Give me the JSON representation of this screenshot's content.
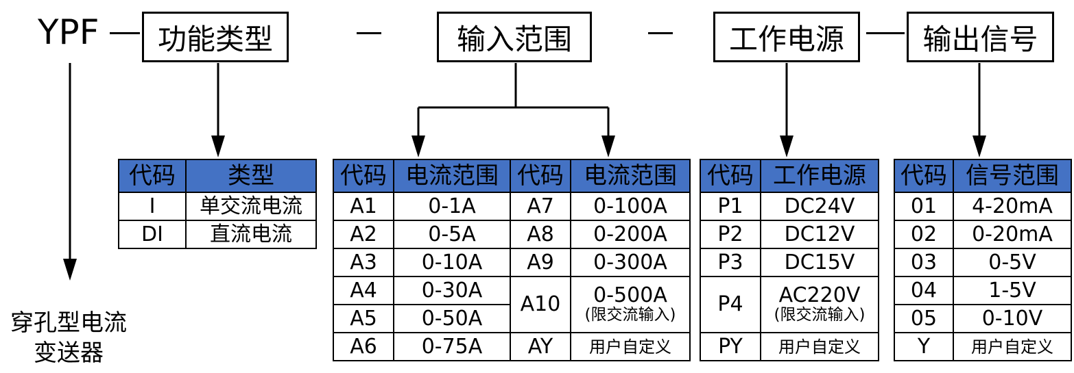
{
  "model": {
    "prefix": "YPF",
    "dash": "—",
    "segments": [
      "功能类型",
      "输入范围",
      "工作电源",
      "输出信号"
    ]
  },
  "caption": {
    "line1": "穿孔型电流",
    "line2": "变送器"
  },
  "function_table": {
    "headers": [
      "代码",
      "类型"
    ],
    "rows": [
      [
        "I",
        "单交流电流"
      ],
      [
        "DI",
        "直流电流"
      ]
    ]
  },
  "input_table": {
    "headers": [
      "代码",
      "电流范围",
      "代码",
      "电流范围"
    ],
    "rows": [
      [
        "A1",
        "0-1A",
        "A7",
        "0-100A"
      ],
      [
        "A2",
        "0-5A",
        "A8",
        "0-200A"
      ],
      [
        "A3",
        "0-10A",
        "A9",
        "0-300A"
      ],
      [
        "A4",
        "0-30A",
        "A10",
        "0-500A"
      ],
      [
        "A5",
        "0-50A"
      ],
      [
        "A6",
        "0-75A",
        "AY",
        "用户自定义"
      ]
    ],
    "a10_note": "(限交流输入)"
  },
  "power_table": {
    "headers": [
      "代码",
      "工作电源"
    ],
    "rows": [
      [
        "P1",
        "DC24V"
      ],
      [
        "P2",
        "DC12V"
      ],
      [
        "P3",
        "DC15V"
      ],
      [
        "P4",
        "AC220V"
      ],
      [
        "PY",
        "用户自定义"
      ]
    ],
    "p4_note": "(限交流输入)"
  },
  "output_table": {
    "headers": [
      "代码",
      "信号范围"
    ],
    "rows": [
      [
        "01",
        "4-20mA"
      ],
      [
        "02",
        "0-20mA"
      ],
      [
        "03",
        "0-5V"
      ],
      [
        "04",
        "1-5V"
      ],
      [
        "05",
        "0-10V"
      ],
      [
        "Y",
        "用户自定义"
      ]
    ]
  },
  "colors": {
    "header_fill": "#4472c4",
    "line": "#000000",
    "background": "#ffffff"
  }
}
